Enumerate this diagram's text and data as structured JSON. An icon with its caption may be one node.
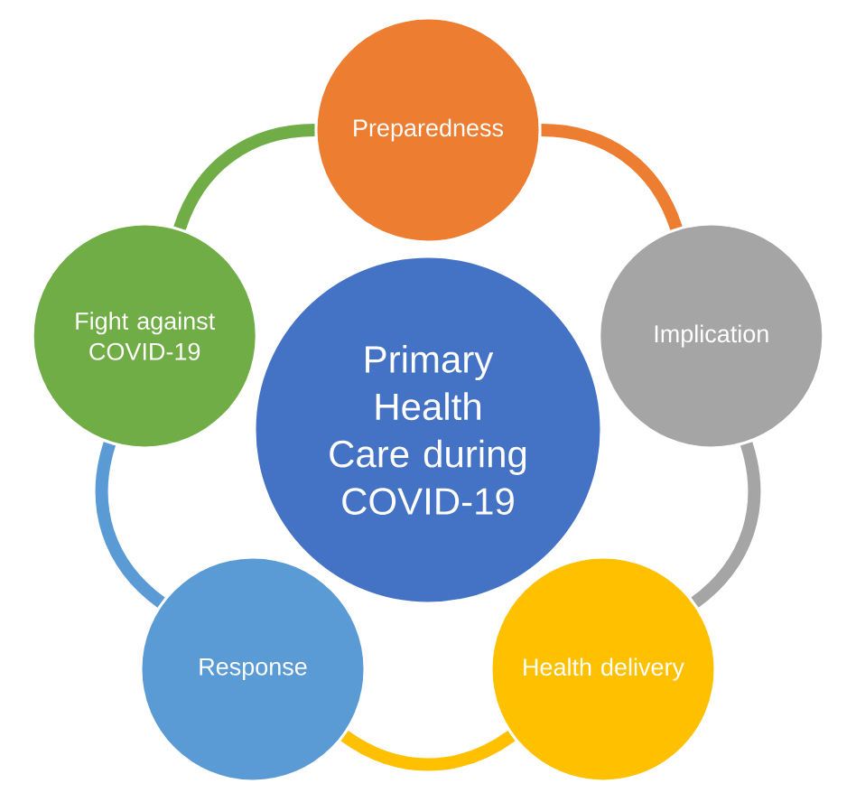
{
  "diagram": {
    "nodes": [
      {
        "text": [
          "Primary Health Care during COVID-19"
        ]
      },
      {
        "text": [
          "Preparedness"
        ]
      },
      {
        "text": [
          "Implication"
        ]
      },
      {
        "text": [
          "Health delivery"
        ]
      },
      {
        "text": [
          "Response"
        ]
      },
      {
        "text": [
          "Fight against COVID-19"
        ]
      }
    ],
    "edges": [
      {
        "from": 1,
        "to": 2,
        "arrow": "none",
        "color": "#ed7d31"
      },
      {
        "from": 2,
        "to": 3,
        "arrow": "none",
        "color": "#a5a5a5"
      },
      {
        "from": 3,
        "to": 4,
        "arrow": "none",
        "color": "#ffc000"
      },
      {
        "from": 4,
        "to": 5,
        "arrow": "none",
        "color": "#5b9bd5"
      },
      {
        "from": 5,
        "to": 1,
        "arrow": "none",
        "color": "#70ad47"
      }
    ]
  }
}
